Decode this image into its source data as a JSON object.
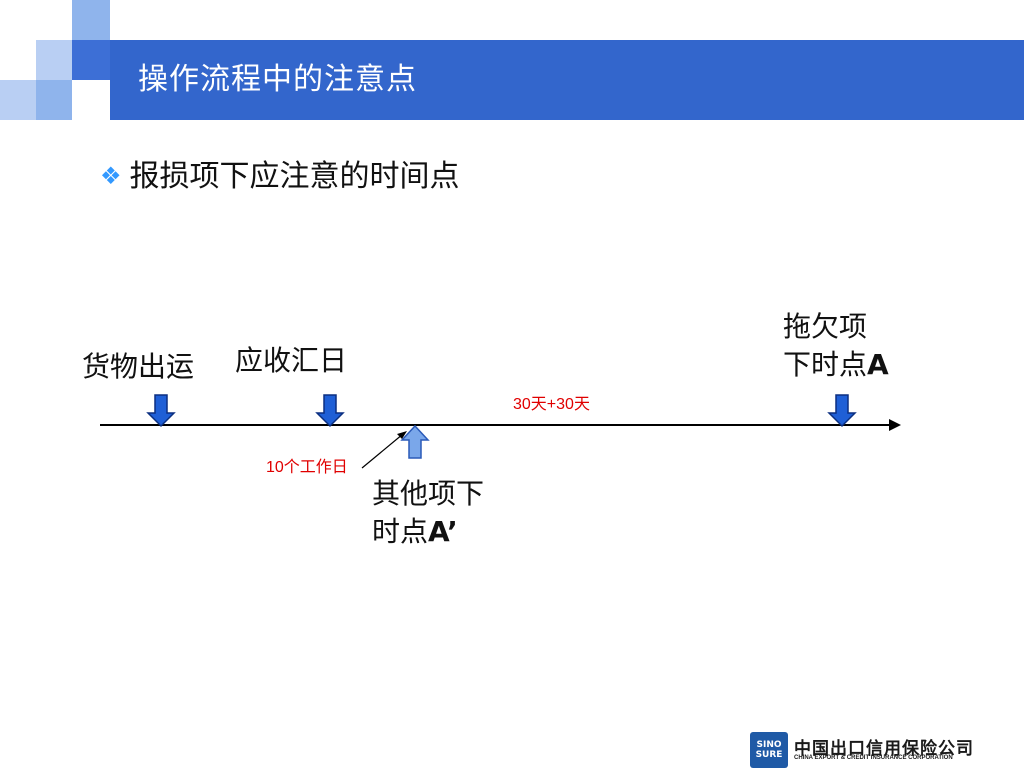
{
  "slide": {
    "title": "操作流程中的注意点",
    "subtitle": "报损项下应注意的时间点",
    "bullet_icon": "diamond-bullet-icon"
  },
  "colors": {
    "title_bar": "#3366cc",
    "square_light": "#8fb4ec",
    "square_dark": "#3d6fd6",
    "arrow_fill": "#1f5fd6",
    "arrow_up_fill": "#7aa7ea",
    "annotation": "#e00000"
  },
  "timeline": {
    "events": [
      {
        "label": "货物出运"
      },
      {
        "label": "应收汇日"
      },
      {
        "label_line1": "拖欠项",
        "label_line2_text": "下时点",
        "label_line2_bold": "A"
      }
    ],
    "alt_event": {
      "label_line1": "其他项下",
      "label_line2_text": "时点",
      "label_line2_bold": "A’"
    },
    "annotations": {
      "days_30": "30天+30天",
      "work_days": "10个工作日"
    }
  },
  "logo": {
    "mark_line1": "SINO",
    "mark_line2": "SURE",
    "name_cn": "中国出口信用保险公司",
    "name_en": "CHINA EXPORT & CREDIT INSURANCE CORPORATION"
  }
}
